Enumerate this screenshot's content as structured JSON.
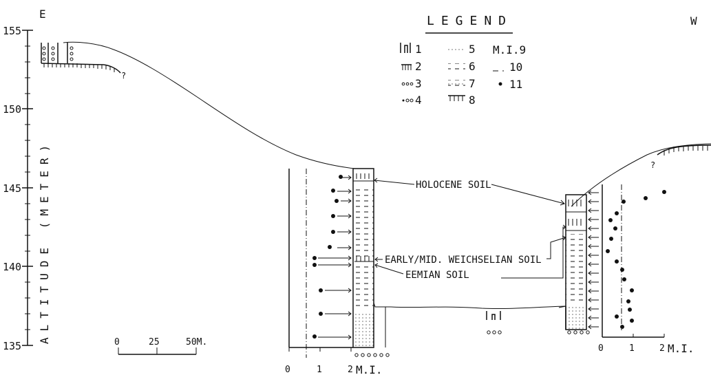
{
  "direction": {
    "left": "E",
    "right": "W"
  },
  "axis": {
    "label": "ALTITUDE (METER)",
    "ticks": [
      "155",
      "150",
      "145",
      "140",
      "135"
    ]
  },
  "scale_bar": {
    "ticks": [
      "0",
      "25",
      "50M."
    ]
  },
  "legend": {
    "title": "LEGEND",
    "items": [
      {
        "num": "1",
        "symbol": "profile-pit-symbol"
      },
      {
        "num": "2",
        "symbol": "soil-hatch-symbol"
      },
      {
        "num": "3",
        "symbol": "open-circles-symbol"
      },
      {
        "num": "4",
        "symbol": "small-circles-symbol"
      },
      {
        "num": "5",
        "symbol": "dotted-sand-symbol"
      },
      {
        "num": "6",
        "symbol": "dashed-loess-symbol"
      },
      {
        "num": "7",
        "symbol": "dashed-dotted-symbol"
      },
      {
        "num": "8",
        "symbol": "hatched-dotted-symbol"
      },
      {
        "num": "9",
        "symbol": "M.I."
      },
      {
        "num": "10",
        "symbol": "dash-dot-symbol"
      },
      {
        "num": "11",
        "symbol": "dot-symbol"
      }
    ],
    "mi_label": "M.I.9",
    "item10": "10",
    "item11": "11"
  },
  "labels": {
    "holocene": "HOLOCENE SOIL",
    "early_mid": "EARLY/MID. WEICHSELIAN SOIL",
    "eemian": "EEMIAN SOIL"
  },
  "mi_axis_left": {
    "ticks": [
      "0",
      "1",
      "2"
    ],
    "unit": "M.I."
  },
  "mi_axis_right": {
    "ticks": [
      "0",
      "1",
      "2"
    ],
    "unit": "M.I."
  },
  "question_marks": [
    "?",
    "?"
  ]
}
